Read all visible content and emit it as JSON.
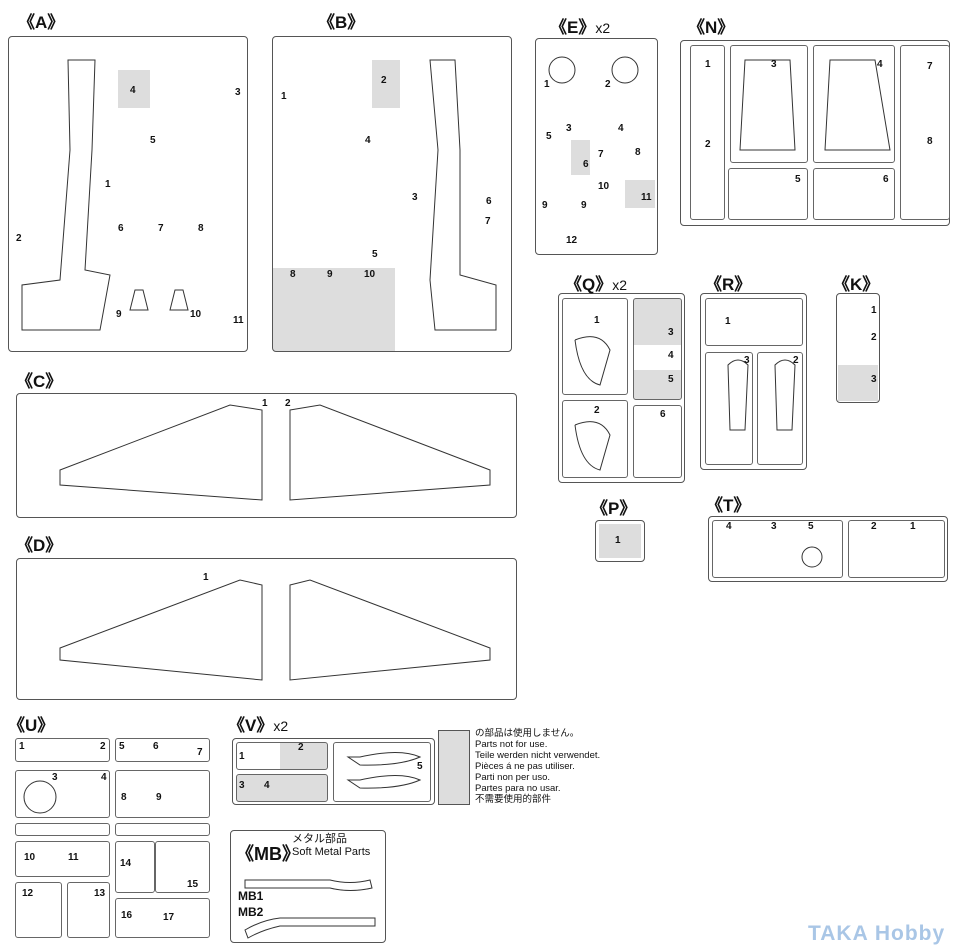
{
  "sprues": [
    {
      "id": "A",
      "title": "《A》",
      "mult": "",
      "parts": [
        "4",
        "3",
        "5",
        "1",
        "2",
        "6",
        "7",
        "8",
        "9",
        "10",
        "11"
      ]
    },
    {
      "id": "B",
      "title": "《B》",
      "mult": "",
      "parts": [
        "1",
        "2",
        "4",
        "3",
        "6",
        "7",
        "5",
        "8",
        "9",
        "10"
      ]
    },
    {
      "id": "E",
      "title": "《E》",
      "mult": "x2",
      "parts": [
        "1",
        "2",
        "3",
        "4",
        "5",
        "6",
        "7",
        "8",
        "10",
        "11",
        "9",
        "9",
        "12"
      ]
    },
    {
      "id": "N",
      "title": "《N》",
      "mult": "",
      "parts": [
        "1",
        "2",
        "3",
        "4",
        "5",
        "6",
        "7",
        "8"
      ]
    },
    {
      "id": "Q",
      "title": "《Q》",
      "mult": "x2",
      "parts": [
        "1",
        "3",
        "4",
        "5",
        "2",
        "6"
      ]
    },
    {
      "id": "R",
      "title": "《R》",
      "mult": "",
      "parts": [
        "1",
        "3",
        "2"
      ]
    },
    {
      "id": "K",
      "title": "《K》",
      "mult": "",
      "parts": [
        "1",
        "2",
        "3"
      ]
    },
    {
      "id": "P",
      "title": "《P》",
      "mult": "",
      "parts": [
        "1"
      ]
    },
    {
      "id": "T",
      "title": "《T》",
      "mult": "",
      "parts": [
        "4",
        "3",
        "5",
        "2",
        "1"
      ]
    },
    {
      "id": "C",
      "title": "《C》",
      "mult": "",
      "parts": [
        "1",
        "2"
      ]
    },
    {
      "id": "D",
      "title": "《D》",
      "mult": "",
      "parts": [
        "1"
      ]
    },
    {
      "id": "U",
      "title": "《U》",
      "mult": "",
      "parts": [
        "1",
        "2",
        "3",
        "4",
        "5",
        "6",
        "7",
        "8",
        "9",
        "10",
        "11",
        "12",
        "13",
        "14",
        "15",
        "16",
        "17"
      ]
    },
    {
      "id": "V",
      "title": "《V》",
      "mult": "x2",
      "parts": [
        "1",
        "2",
        "3",
        "4",
        "5"
      ]
    }
  ],
  "legend": {
    "lines": [
      "の部品は使用しません。",
      "Parts not for use.",
      "Teile werden nicht verwendet.",
      "Pièces á ne pas utiliser.",
      "Parti non per uso.",
      "Partes para no usar.",
      "不需要使用的部件"
    ]
  },
  "metal": {
    "title": "《MB》",
    "jp": "メタル部品",
    "en": "Soft Metal Parts",
    "parts": [
      "MB1",
      "MB2"
    ]
  },
  "watermark": "TAKA Hobby"
}
